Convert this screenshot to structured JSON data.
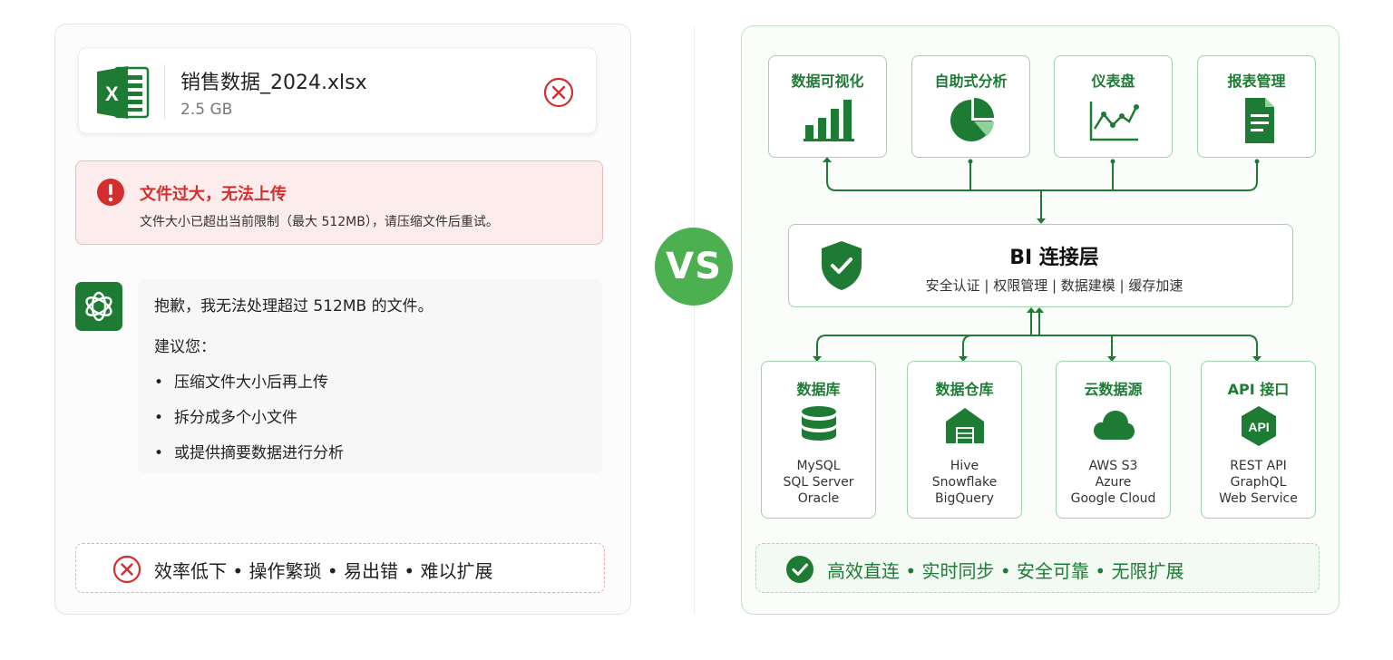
{
  "left": {
    "file": {
      "name": "销售数据_2024.xlsx",
      "size": "2.5 GB",
      "icon": "excel-icon"
    },
    "error": {
      "title": "文件过大，无法上传",
      "description": "文件大小已超出当前限制（最大 512MB），请压缩文件后重试。"
    },
    "assistant": {
      "line1": "抱歉，我无法处理超过 512MB 的文件。",
      "line2": "建议您：",
      "bullets": [
        "压缩文件大小后再上传",
        "拆分成多个小文件",
        "或提供摘要数据进行分析"
      ]
    },
    "drawbacks": "效率低下 • 操作繁琐 • 易出错 • 难以扩展"
  },
  "vs": "VS",
  "right": {
    "top_cards": [
      {
        "title": "数据可视化",
        "icon": "bar-chart-icon"
      },
      {
        "title": "自助式分析",
        "icon": "pie-chart-icon"
      },
      {
        "title": "仪表盘",
        "icon": "line-chart-icon"
      },
      {
        "title": "报表管理",
        "icon": "report-icon"
      }
    ],
    "bi": {
      "title": "BI 连接层",
      "subtitle": "安全认证 | 权限管理 | 数据建模 | 缓存加速"
    },
    "sources": [
      {
        "title": "数据库",
        "icon": "database-icon",
        "items": [
          "MySQL",
          "SQL Server",
          "Oracle"
        ]
      },
      {
        "title": "数据仓库",
        "icon": "warehouse-icon",
        "items": [
          "Hive",
          "Snowflake",
          "BigQuery"
        ]
      },
      {
        "title": "云数据源",
        "icon": "cloud-icon",
        "items": [
          "AWS S3",
          "Azure",
          "Google Cloud"
        ]
      },
      {
        "title": "API 接口",
        "icon": "api-icon",
        "badge": "API",
        "items": [
          "REST API",
          "GraphQL",
          "Web Service"
        ]
      }
    ],
    "benefits": "高效直连 • 实时同步 • 安全可靠 • 无限扩展"
  },
  "colors": {
    "green": "#1e7b34",
    "accent": "#4caf50",
    "red": "#d32f2f"
  }
}
